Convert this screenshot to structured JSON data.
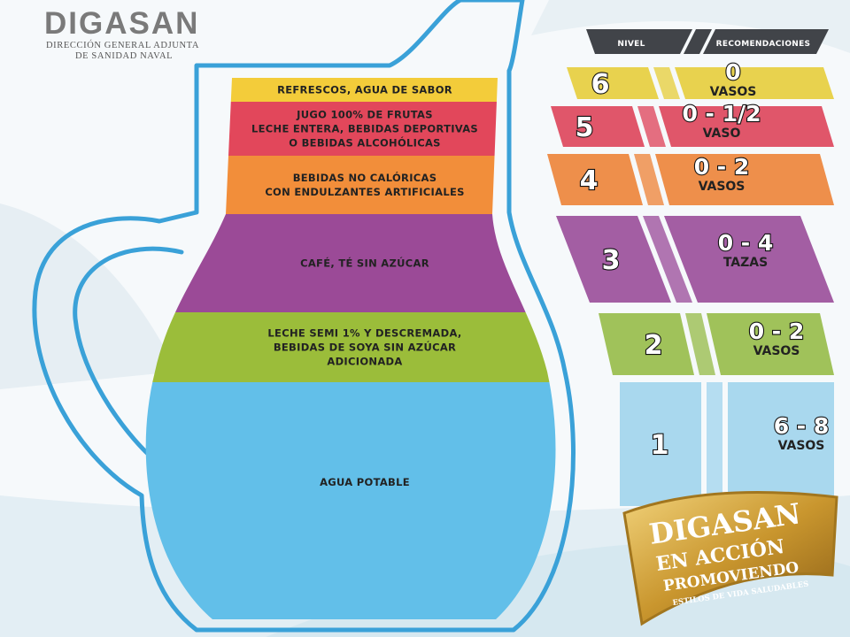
{
  "logo": {
    "title": "DIGASAN",
    "subtitle_line1": "DIRECCIÓN GENERAL ADJUNTA",
    "subtitle_line2": "DE SANIDAD NAVAL"
  },
  "headers": {
    "level": "NIVEL",
    "recommendations": "RECOMENDACIONES"
  },
  "bands": [
    {
      "lines": [
        "REFRESCOS, AGUA DE SABOR"
      ],
      "color": "#f3cc3a"
    },
    {
      "lines": [
        "JUGO 100% DE FRUTAS",
        "LECHE ENTERA, BEBIDAS DEPORTIVAS",
        "O BEBIDAS ALCOHÓLICAS"
      ],
      "color": "#e2475b"
    },
    {
      "lines": [
        "BEBIDAS NO CALÓRICAS",
        "CON ENDULZANTES ARTIFICIALES"
      ],
      "color": "#f28e3a"
    },
    {
      "lines": [
        "CAFÉ, TÉ SIN AZÚCAR"
      ],
      "color": "#9b4a97"
    },
    {
      "lines": [
        "LECHE SEMI 1% Y DESCREMADA,",
        "BEBIDAS DE SOYA SIN AZÚCAR",
        "ADICIONADA"
      ],
      "color": "#9bbd3a"
    },
    {
      "lines": [
        "AGUA POTABLE"
      ],
      "color": "#62bfe9"
    }
  ],
  "levels": [
    {
      "level": "6",
      "rec_big": "0",
      "rec_small": "VASOS",
      "color": "#e8d24e"
    },
    {
      "level": "5",
      "rec_big": "0 - 1/2",
      "rec_small": "VASO",
      "color": "#e0566a"
    },
    {
      "level": "4",
      "rec_big": "0 - 2",
      "rec_small": "VASOS",
      "color": "#ee8f4b"
    },
    {
      "level": "3",
      "rec_big": "0 - 4",
      "rec_small": "TAZAS",
      "color": "#a35ea3"
    },
    {
      "level": "2",
      "rec_big": "0 - 2",
      "rec_small": "VASOS",
      "color": "#a0c25a"
    },
    {
      "level": "1",
      "rec_big": "6 - 8",
      "rec_small": "VASOS",
      "color": "#a9d8ee"
    }
  ],
  "badge": {
    "line1": "DIGASAN",
    "line2": "EN ACCIÓN",
    "line3": "PROMOVIENDO",
    "line4": "ESTILOS DE VIDA SALUDABLES"
  }
}
